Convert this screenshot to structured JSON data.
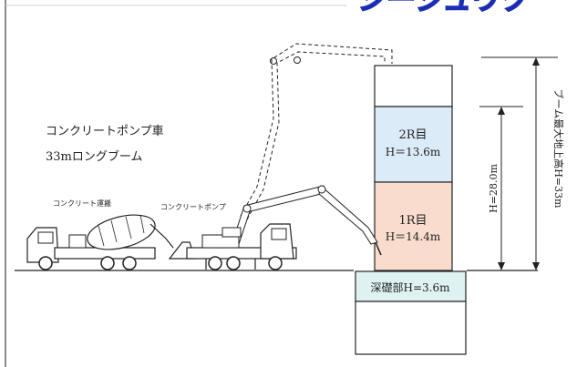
{
  "corner_label": "シージュウク",
  "title_lines": [
    "コンクリートポンプ車",
    "33mロングブーム"
  ],
  "vehicle_labels": {
    "mixer": "コンクリート運搬",
    "pump": "コンクリートポンプ"
  },
  "floors": {
    "r2": {
      "name": "2R目",
      "height": "H＝13.6m",
      "color": "#dcebf8"
    },
    "r1": {
      "name": "1R目",
      "height": "H＝14.4m",
      "color": "#f9dccd"
    },
    "foundation": {
      "name": "深礎部H=3.6m",
      "color": "#dff2f2"
    }
  },
  "dimensions": {
    "total_height": "H=28.0m",
    "boom_max": "ブーム最大地上高H=33m"
  },
  "colors": {
    "accent_red": "#e0001b",
    "accent_blue": "#1c2fb8",
    "line": "#222222"
  }
}
